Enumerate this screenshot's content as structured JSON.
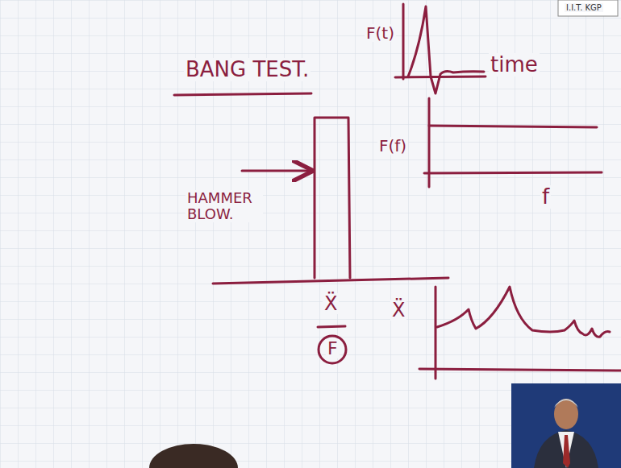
{
  "diagram": {
    "title": "BANG TEST.",
    "labels": [
      "I.I.T. KGP",
      "F(t)",
      "time",
      "F(f)",
      "f",
      "HAMMER BLOW.",
      "Ẍ",
      "F",
      "Ẍ"
    ]
  }
}
